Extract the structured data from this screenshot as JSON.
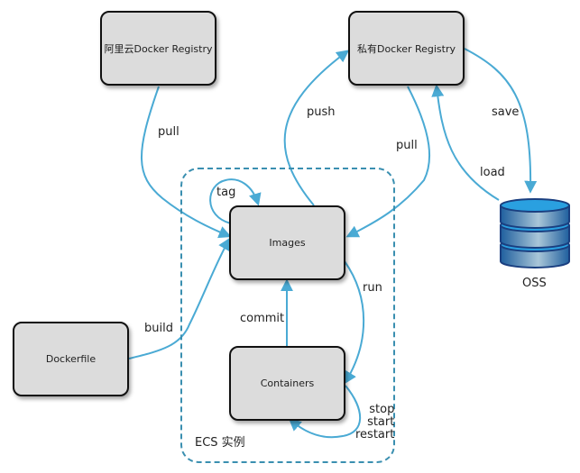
{
  "colors": {
    "arrow": "#4aaad4",
    "node_fill": "#dcdcdc",
    "node_border": "#111111",
    "group_border": "#3a8fb0",
    "db_fill": "#3a7fbf",
    "db_top": "#2aa0e0"
  },
  "nodes": {
    "aliyun_registry": "阿里云Docker Registry",
    "private_registry": "私有Docker Registry",
    "images": "Images",
    "containers": "Containers",
    "dockerfile": "Dockerfile",
    "oss": "OSS"
  },
  "group": {
    "label": "ECS 实例"
  },
  "edges": {
    "pull_aliyun": "pull",
    "push": "push",
    "pull_private": "pull",
    "save": "save",
    "load": "load",
    "tag": "tag",
    "build": "build",
    "commit": "commit",
    "run": "run",
    "lifecycle": "stop\nstart\nrestart"
  },
  "icons": {
    "oss": "database-icon"
  }
}
